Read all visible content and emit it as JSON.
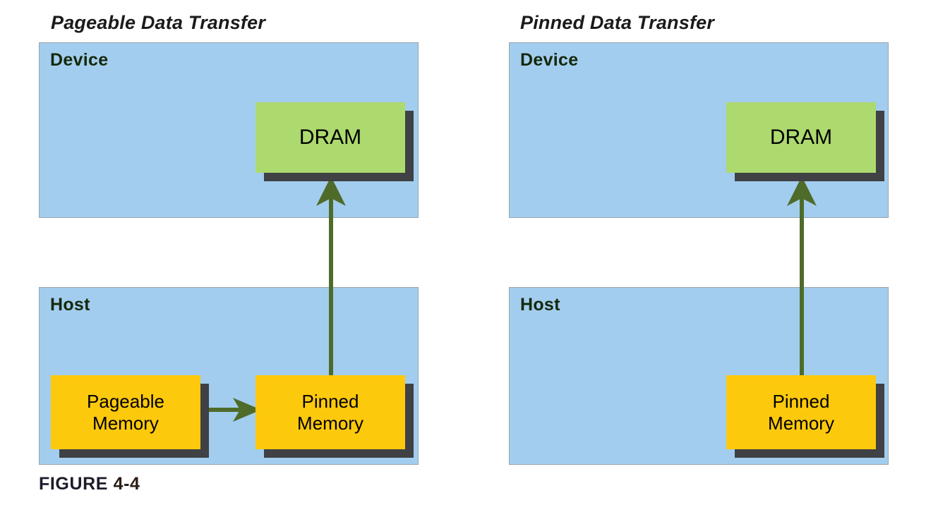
{
  "figure": {
    "caption_word": "FIGURE",
    "caption_number": "4-4"
  },
  "colors": {
    "panel_fill": "#a3cdee",
    "panel_border": "#9aa3ab",
    "dram_fill": "#adda6e",
    "memory_fill": "#fdc90d",
    "shadow": "#3f4144",
    "arrow": "#4f6b2a",
    "panel_label_text": "#14280c",
    "title_text": "#1b1b1b",
    "page_background": "#ffffff"
  },
  "diagrams": [
    {
      "id": "pageable",
      "title": "Pageable Data Transfer",
      "panels": [
        {
          "id": "device",
          "label": "Device",
          "blocks": [
            {
              "id": "dram",
              "label": "DRAM",
              "fill": "green"
            }
          ]
        },
        {
          "id": "host",
          "label": "Host",
          "blocks": [
            {
              "id": "pageable-memory",
              "label": "Pageable\nMemory",
              "fill": "yellow"
            },
            {
              "id": "pinned-memory",
              "label": "Pinned\nMemory",
              "fill": "yellow"
            }
          ]
        }
      ],
      "arrows": [
        {
          "id": "pageable-to-pinned",
          "from": "pageable-memory",
          "to": "pinned-memory",
          "direction": "right"
        },
        {
          "id": "pinned-to-dram",
          "from": "pinned-memory",
          "to": "dram",
          "direction": "up"
        }
      ]
    },
    {
      "id": "pinned",
      "title": "Pinned Data Transfer",
      "panels": [
        {
          "id": "device",
          "label": "Device",
          "blocks": [
            {
              "id": "dram",
              "label": "DRAM",
              "fill": "green"
            }
          ]
        },
        {
          "id": "host",
          "label": "Host",
          "blocks": [
            {
              "id": "pinned-memory",
              "label": "Pinned\nMemory",
              "fill": "yellow"
            }
          ]
        }
      ],
      "arrows": [
        {
          "id": "pinned-to-dram",
          "from": "pinned-memory",
          "to": "dram",
          "direction": "up"
        }
      ]
    }
  ]
}
